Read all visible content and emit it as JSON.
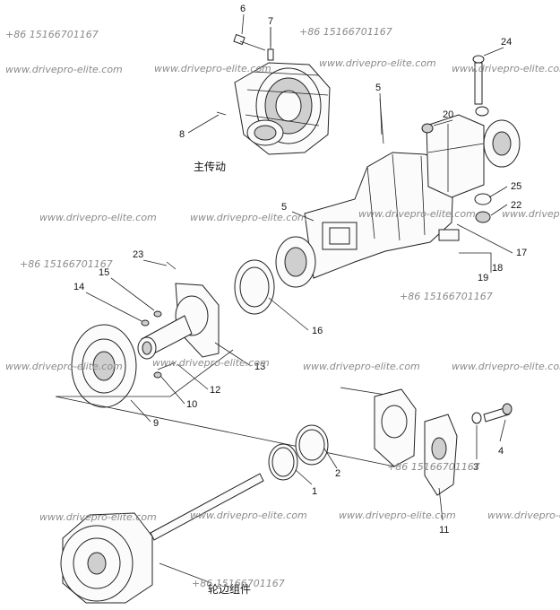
{
  "watermarks": {
    "phone": "+86 15166701167",
    "site": "www.drivepro-elite.com"
  },
  "captions": {
    "main_drive": "主传动",
    "hub_assembly": "轮边组件"
  },
  "callouts": {
    "c1": "1",
    "c2": "2",
    "c3": "3",
    "c4": "4",
    "c5a": "5",
    "c5b": "5",
    "c6": "6",
    "c7": "7",
    "c8": "8",
    "c9": "9",
    "c10": "10",
    "c11": "11",
    "c12": "12",
    "c13": "13",
    "c14": "14",
    "c15": "15",
    "c16": "16",
    "c17": "17",
    "c18": "18",
    "c19": "19",
    "c20": "20",
    "c22": "22",
    "c23": "23",
    "c24": "24",
    "c25": "25"
  }
}
